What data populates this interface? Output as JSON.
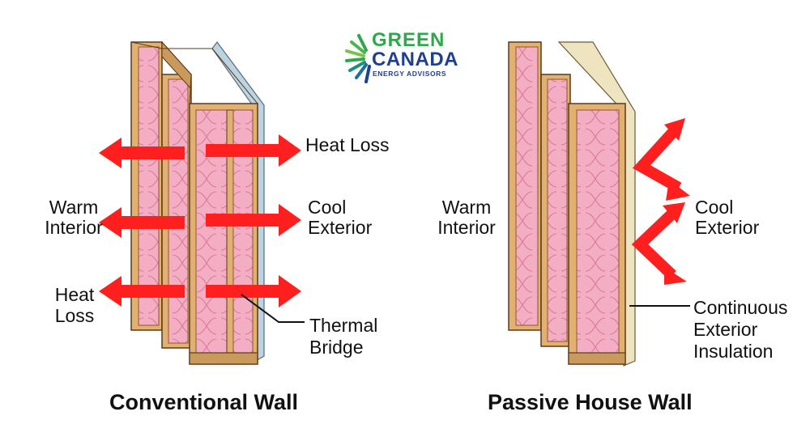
{
  "logo": {
    "line1": "GREEN",
    "line2": "CANADA",
    "line3": "ENERGY ADVISORS",
    "colors": {
      "green": "#2ea84a",
      "blue": "#1f3f8f"
    }
  },
  "colors": {
    "arrow": "#ff1f1f",
    "stud": "#e2b070",
    "insulation": "#f4aec4",
    "sheathing": "#bcd4e2",
    "exterior_insulation": "#eee4c0"
  },
  "conventional": {
    "title": "Conventional Wall",
    "labels": {
      "heat_loss_top_right": "Heat Loss",
      "warm_interior_line1": "Warm",
      "warm_interior_line2": "Interior",
      "cool_exterior_line1": "Cool",
      "cool_exterior_line2": "Exterior",
      "heat_loss_left_line1": "Heat",
      "heat_loss_left_line2": "Loss",
      "thermal_bridge_line1": "Thermal",
      "thermal_bridge_line2": "Bridge"
    }
  },
  "passive": {
    "title": "Passive House Wall",
    "labels": {
      "warm_interior_line1": "Warm",
      "warm_interior_line2": "Interior",
      "cool_exterior_line1": "Cool",
      "cool_exterior_line2": "Exterior",
      "continuous_line1": "Continuous",
      "continuous_line2": "Exterior",
      "continuous_line3": "Insulation"
    }
  }
}
